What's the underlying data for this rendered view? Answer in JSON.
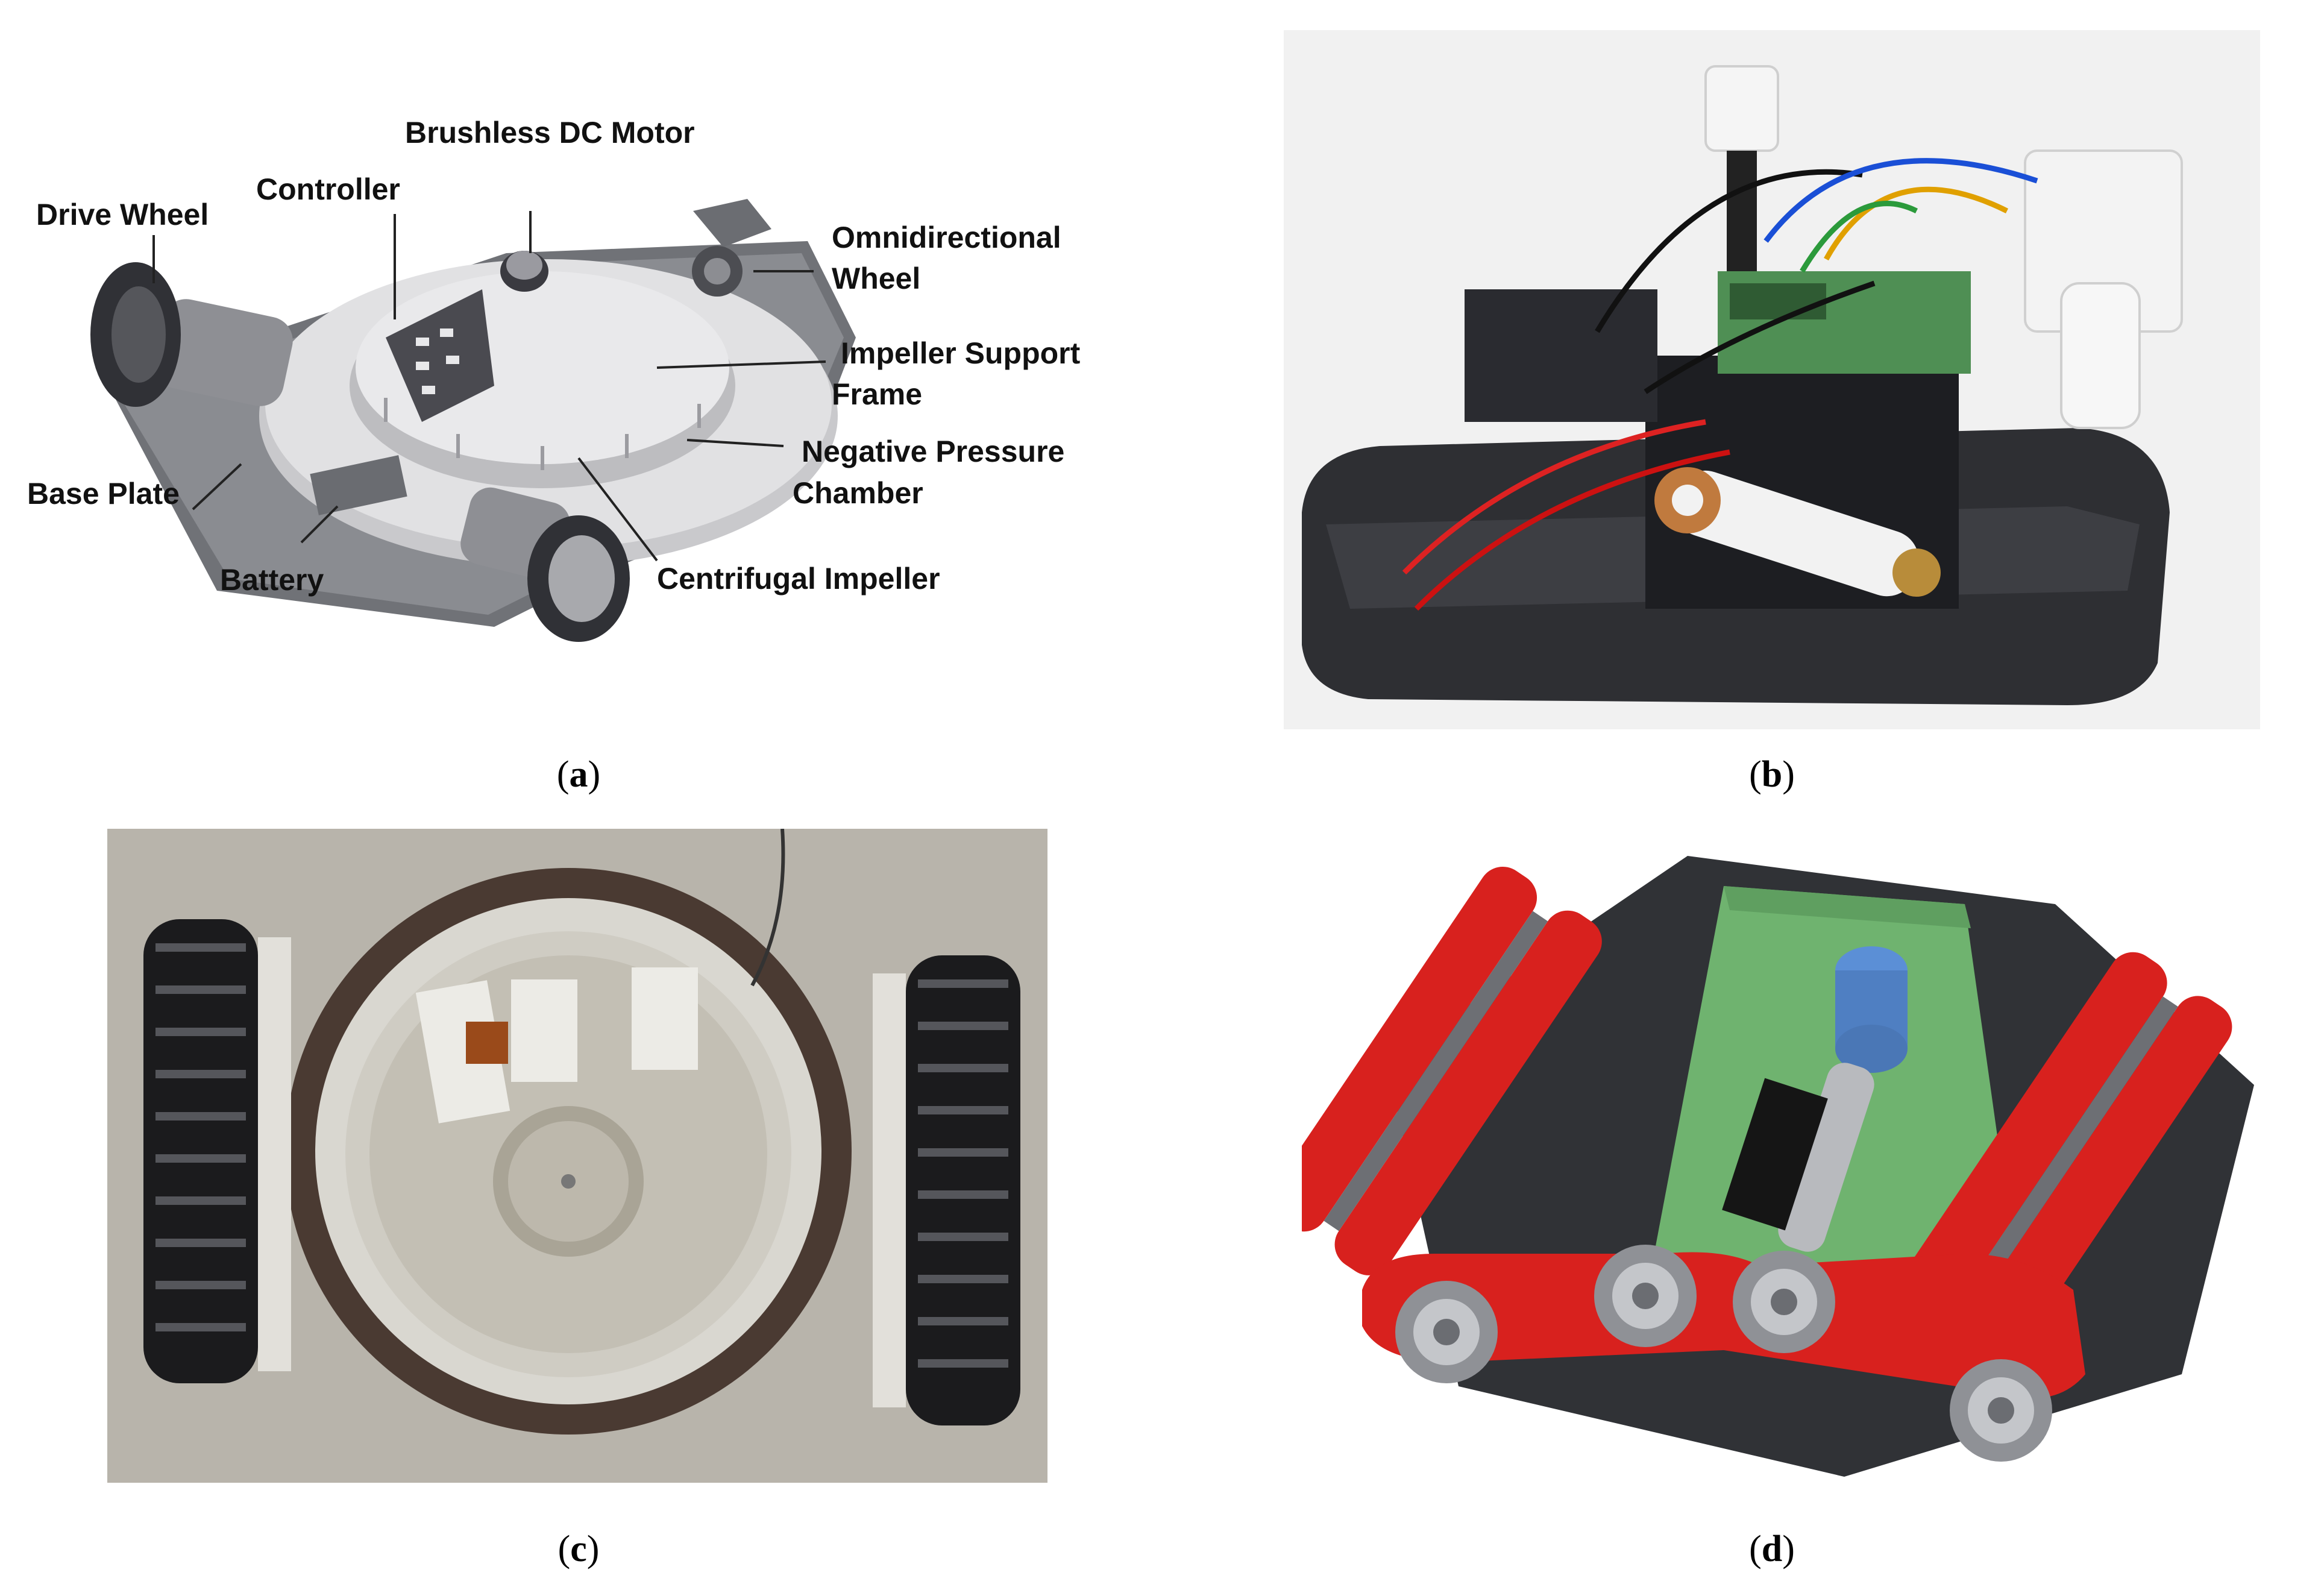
{
  "panel_a": {
    "labels": {
      "brushless_dc_motor": "Brushless DC Motor",
      "controller": "Controller",
      "drive_wheel": "Drive Wheel",
      "omnidirectional_wheel_1": "Omnidirectional",
      "omnidirectional_wheel_2": "Wheel",
      "impeller_support_1": "Impeller Support",
      "impeller_support_2": "Frame",
      "negative_pressure_1": "Negative Pressure",
      "negative_pressure_2": "Chamber",
      "base_plate": "Base Plate",
      "battery": "Battery",
      "centrifugal_impeller": "Centrifugal Impeller"
    }
  },
  "captions": {
    "a": "a",
    "b": "b",
    "c": "c",
    "d": "d"
  },
  "colors": {
    "track_red": "#d8211e",
    "plate_green": "#6fb36f",
    "body_gray": "#5f6166",
    "photo_bg_b": "#f1f1f1",
    "floor_c": "#b8b4ab"
  }
}
